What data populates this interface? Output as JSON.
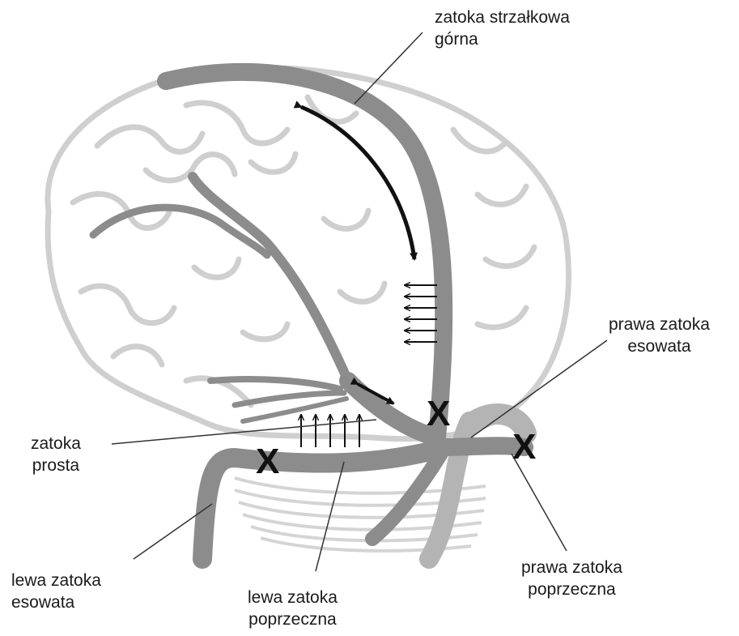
{
  "labels": {
    "sup_sagittal": {
      "line1": "zatoka strzałkowa",
      "line2": "górna"
    },
    "right_sigmoid": {
      "line1": "prawa zatoka",
      "line2": "esowata"
    },
    "straight": {
      "line1": "zatoka",
      "line2": "prosta"
    },
    "left_sigmoid": {
      "line1": "lewa zatoka",
      "line2": "esowata"
    },
    "left_transverse": {
      "line1": "lewa zatoka",
      "line2": "poprzeczna"
    },
    "right_transverse": {
      "line1": "prawa zatoka",
      "line2": "poprzeczna"
    }
  },
  "occlusion_marker": "X",
  "colors": {
    "brain_outline": "#cfcfcf",
    "sinus": "#8c8c8c",
    "sinus_far": "#b4b4b4",
    "arrow": "#111111",
    "leader_line": "#333333"
  }
}
